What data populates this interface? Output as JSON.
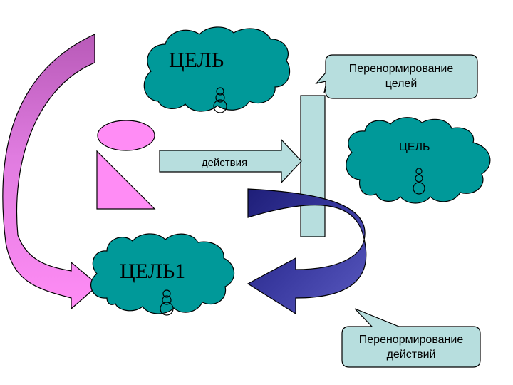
{
  "slide": {
    "clouds": {
      "goal_top": {
        "label": "ЦЕЛЬ"
      },
      "goal_right": {
        "label": "ЦЕЛЬ"
      },
      "goal_bottom": {
        "label": "ЦЕЛЬ1"
      }
    },
    "actions_arrow": {
      "label": "действия"
    },
    "callouts": {
      "renorm_goals": {
        "line1": "Перенормирование",
        "line2": "целей"
      },
      "renorm_actions": {
        "line1": "Перенормирование",
        "line2": "действий"
      }
    },
    "colors": {
      "cloud_fill": "#009999",
      "pink_fill": "#ff8cf5",
      "mauve_arrow": "#cc66cc",
      "light_blue": "#b7dede",
      "navy_arrow": "#2d2d8f",
      "outline": "#000000"
    }
  }
}
